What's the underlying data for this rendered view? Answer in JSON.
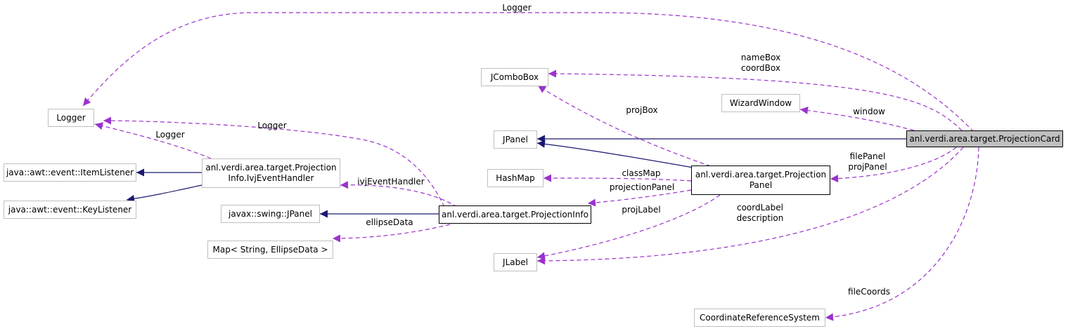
{
  "nodes": {
    "projection_card": "anl.verdi.area.target.ProjectionCard",
    "logger": "Logger",
    "jcombobox": "JComboBox",
    "wizard_window": "WizardWindow",
    "jpanel": "JPanel",
    "hashmap": "HashMap",
    "projection_panel": [
      "anl.verdi.area.target.Projection",
      "Panel"
    ],
    "item_listener": "java::awt::event::ItemListener",
    "key_listener": "java::awt::event::KeyListener",
    "ivj_handler": [
      "anl.verdi.area.target.Projection",
      "Info.IvjEventHandler"
    ],
    "swing_jpanel": "javax::swing::JPanel",
    "projection_info": "anl.verdi.area.target.ProjectionInfo",
    "map_ellipse": "Map< String, EllipseData >",
    "jlabel": "JLabel",
    "crs": "CoordinateReferenceSystem"
  },
  "edge_labels": {
    "card_logger": "Logger",
    "card_combobox": [
      "nameBox",
      "coordBox"
    ],
    "card_window": "window",
    "card_panel": [
      "filePanel",
      "projPanel"
    ],
    "card_jlabel": [
      "coordLabel",
      "description"
    ],
    "card_crs": "fileCoords",
    "panel_combobox": "projBox",
    "panel_hashmap": "classMap",
    "panel_info": "projectionPanel",
    "panel_jlabel": "projLabel",
    "info_logger": "Logger",
    "handler_logger": "Logger",
    "info_handler": "ivjEventHandler",
    "info_map": "ellipseData"
  },
  "colors": {
    "inheritance": "#191970",
    "usage": "#9a32cd",
    "box_border": "#bfbfbf",
    "focus_fill": "#bfbfbf"
  }
}
